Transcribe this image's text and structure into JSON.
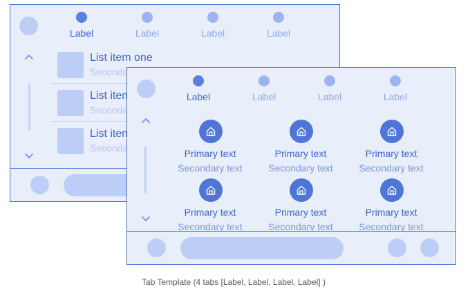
{
  "colors": {
    "accent": "#4f76d6",
    "active_tab": "#5b7fe0",
    "window_bg": "#e9eefb",
    "placeholder": "#bccdf6"
  },
  "back_window": {
    "tabs": [
      {
        "label": "Label",
        "active": true
      },
      {
        "label": "Label",
        "active": false
      },
      {
        "label": "Label",
        "active": false
      },
      {
        "label": "Label",
        "active": false
      }
    ],
    "list_items": [
      {
        "primary": "List item one",
        "secondary": "Secondary"
      },
      {
        "primary": "List item",
        "secondary": "Secondary"
      },
      {
        "primary": "List item",
        "secondary": "Secondary"
      }
    ],
    "nav_icons": {
      "up": "chevron-up-icon",
      "down": "chevron-down-icon"
    }
  },
  "front_window": {
    "tabs": [
      {
        "label": "Label",
        "active": true
      },
      {
        "label": "Label",
        "active": false
      },
      {
        "label": "Label",
        "active": false
      },
      {
        "label": "Label",
        "active": false
      }
    ],
    "grid_items": [
      {
        "icon": "home-icon",
        "primary": "Primary text",
        "secondary": "Secondary text"
      },
      {
        "icon": "home-icon",
        "primary": "Primary text",
        "secondary": "Secondary text"
      },
      {
        "icon": "home-icon",
        "primary": "Primary text",
        "secondary": "Secondary text"
      },
      {
        "icon": "home-icon",
        "primary": "Primary text",
        "secondary": "Secondary text"
      },
      {
        "icon": "home-icon",
        "primary": "Primary text",
        "secondary": "Secondary text"
      },
      {
        "icon": "home-icon",
        "primary": "Primary text",
        "secondary": "Secondary text"
      }
    ],
    "nav_icons": {
      "up": "chevron-up-icon",
      "down": "chevron-down-icon"
    }
  },
  "caption": "Tab Template (4 tabs [Label, Label, Label, Label] )"
}
